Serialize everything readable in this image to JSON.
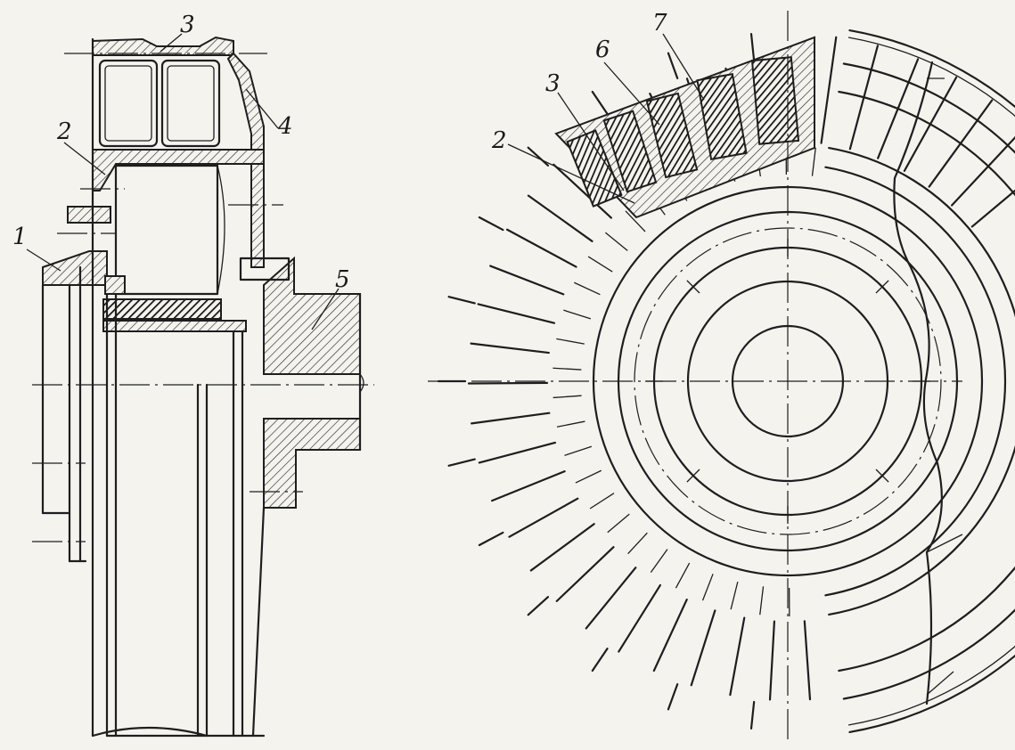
{
  "figure": {
    "labels": {
      "side_view": {
        "part_1": "1",
        "part_2": "2",
        "part_3": "3",
        "part_4": "4",
        "part_5": "5"
      },
      "front_view": {
        "part_2": "2",
        "part_3": "3",
        "part_6": "6",
        "part_7": "7"
      }
    }
  }
}
